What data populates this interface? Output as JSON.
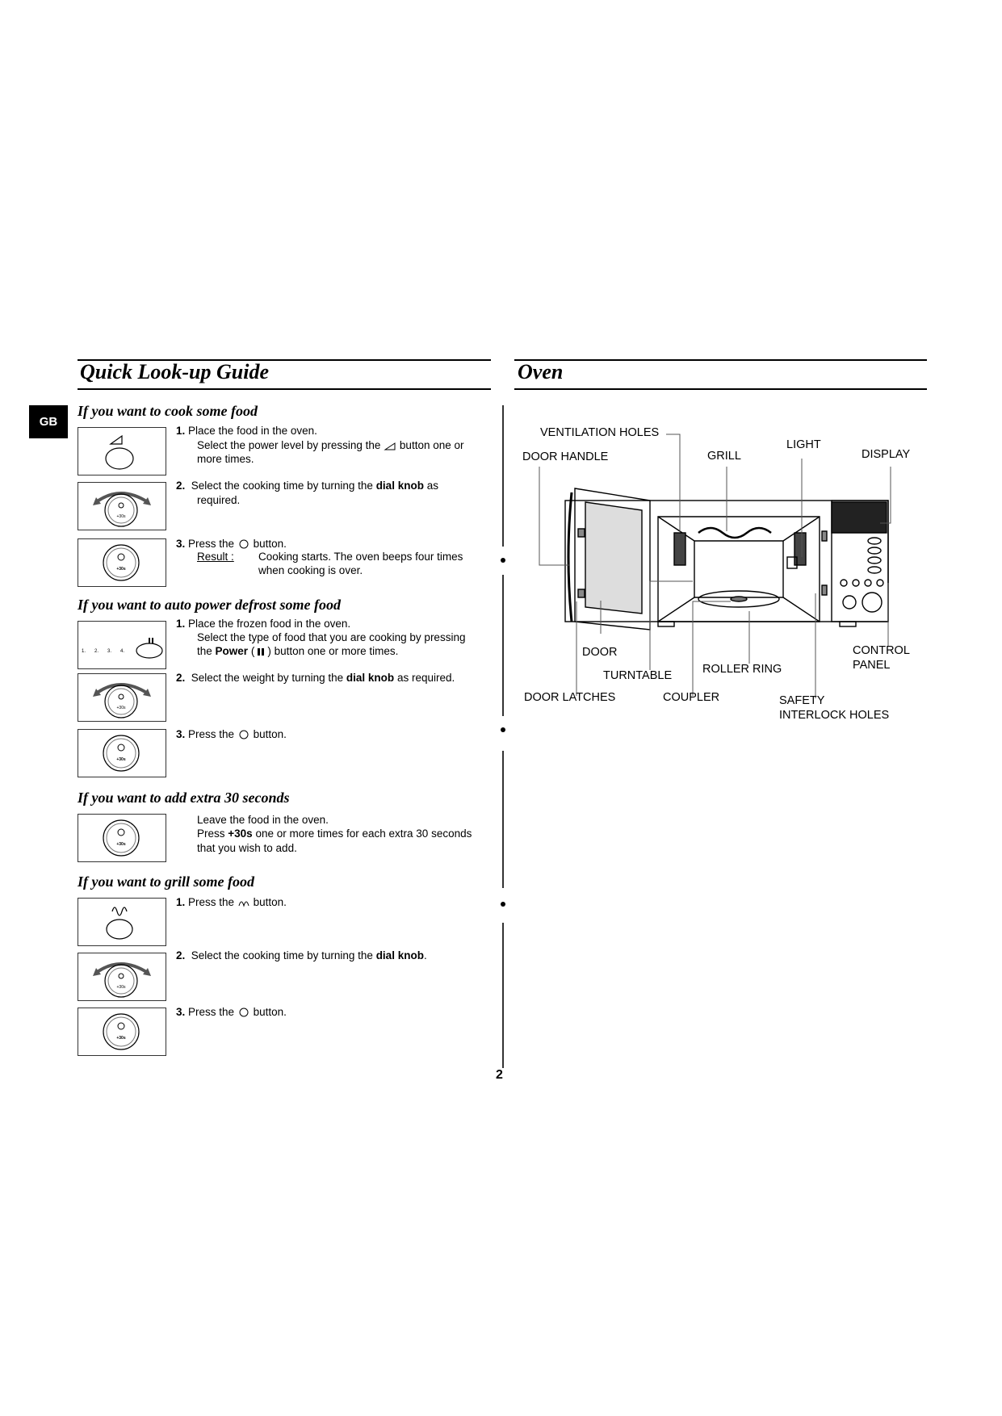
{
  "language_tab": "GB",
  "left": {
    "title": "Quick Look-up Guide",
    "sections": {
      "cook": {
        "title": "If you want to cook some food",
        "step1_num": "1.",
        "step1_line1": "Place the food in the oven.",
        "step1_line2a": "Select the power level by pressing the",
        "step1_line2b": "button one or",
        "step1_line3": "more times.",
        "step2_num": "2.",
        "step2_line1a": "Select the cooking time by turning the",
        "step2_line1b": "dial knob",
        "step2_line1c": "as",
        "step2_line2": "required.",
        "step3_num": "3.",
        "step3_line1a": "Press the",
        "step3_line1b": "button.",
        "result_label": "Result :",
        "result_line1": "Cooking starts. The oven beeps four times",
        "result_line2": "when cooking is over."
      },
      "defrost": {
        "title": "If you want to auto power defrost some food",
        "step1_num": "1.",
        "step1_line1": "Place the frozen food in the oven.",
        "step1_line2": "Select the type of food that you are cooking by pressing",
        "step1_line3a": "the",
        "step1_line3b": "Power",
        "step1_line3c": "(",
        "step1_line3d": ") button one or more times.",
        "step2_num": "2.",
        "step2_line1a": "Select the weight by turning the",
        "step2_line1b": "dial knob",
        "step2_line1c": "as required.",
        "step3_num": "3.",
        "step3_line1a": "Press the",
        "step3_line1b": "button."
      },
      "extra30": {
        "title": "If you want to add extra 30 seconds",
        "line1": "Leave the food in the oven.",
        "line2a": "Press",
        "line2b": "+30s",
        "line2c": "one or more times for each extra 30 seconds",
        "line3": "that you wish to add."
      },
      "grill": {
        "title": "If you want to grill some food",
        "step1_num": "1.",
        "step1_line1a": "Press the",
        "step1_line1b": "button.",
        "step2_num": "2.",
        "step2_line1a": "Select the cooking time by turning the",
        "step2_line1b": "dial knob",
        "step2_line1c": ".",
        "step3_num": "3.",
        "step3_line1a": "Press the",
        "step3_line1b": "button."
      }
    }
  },
  "right": {
    "title": "Oven",
    "labels": {
      "ventilation_holes": "VENTILATION HOLES",
      "door_handle": "DOOR HANDLE",
      "grill": "GRILL",
      "light": "LIGHT",
      "display": "DISPLAY",
      "door": "DOOR",
      "turntable": "TURNTABLE",
      "roller_ring": "ROLLER RING",
      "control_panel_1": "CONTROL",
      "control_panel_2": "PANEL",
      "door_latches": "DOOR LATCHES",
      "coupler": "COUPLER",
      "safety_1": "SAFETY",
      "safety_2": "INTERLOCK HOLES"
    }
  },
  "knob_label": "+30s",
  "defrost_options": [
    "1.",
    "2.",
    "3.",
    "4."
  ],
  "page_number": "2"
}
